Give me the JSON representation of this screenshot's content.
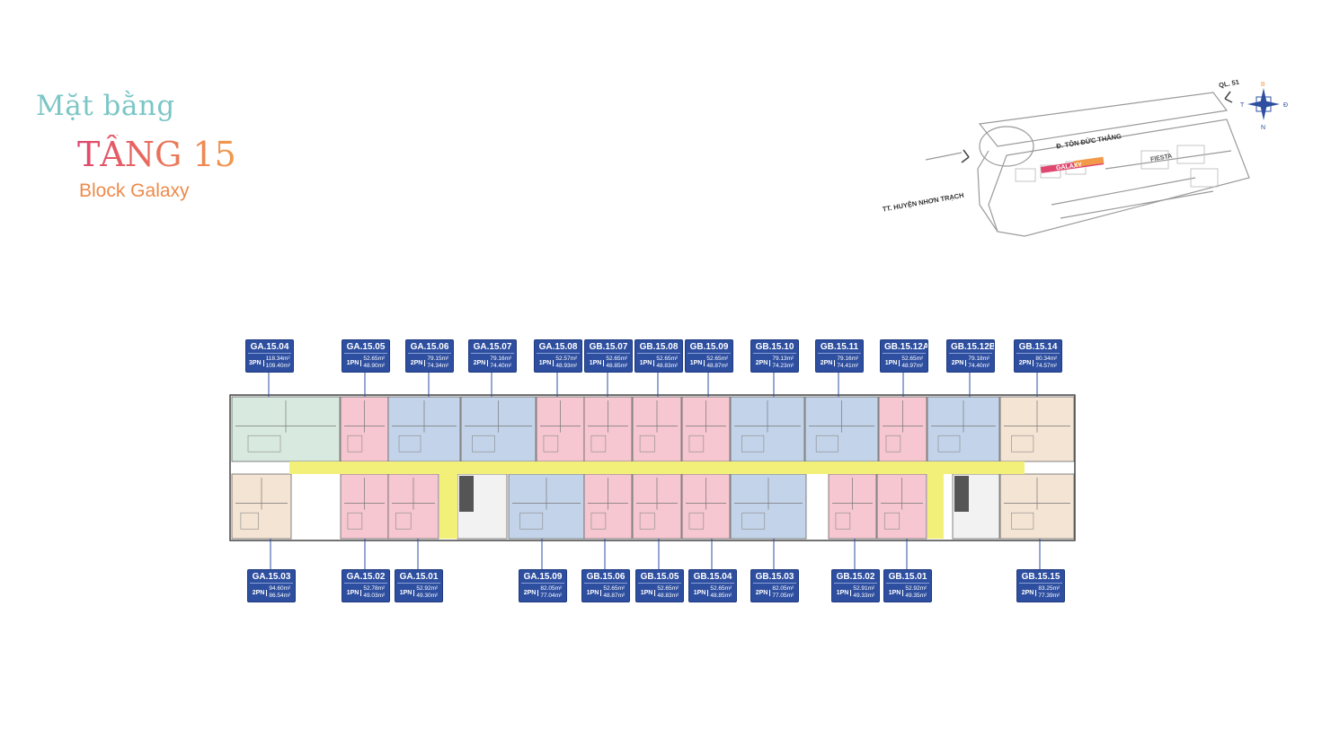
{
  "header": {
    "line1": "Mặt bằng",
    "line2": "TẦNG 15",
    "line3": "Block Galaxy"
  },
  "site_map": {
    "road_top": "Đ. TÔN ĐỨC THẮNG",
    "road_left": "TT. HUYỆN NHƠN TRẠCH",
    "road_right": "QL. 51",
    "block_galaxy": "GALAXY",
    "block_fiesta": "FIESTA",
    "compass": {
      "n_top": "B",
      "left": "T",
      "right": "Đ",
      "bottom": "N"
    }
  },
  "colors": {
    "green": "#d8eadf",
    "pink": "#f6c7d0",
    "blue": "#c3d4ea",
    "beige": "#f4e4d3",
    "corridor": "#f3f07a",
    "label_bg": "#2e4fa0",
    "galaxy_bar_start": "#e0466f",
    "galaxy_bar_end": "#f29a4a"
  },
  "units_top": [
    {
      "code": "GA.15.04",
      "bed": "3PN",
      "a1": "118.34m²",
      "a2": "109.40m²"
    },
    {
      "code": "GA.15.05",
      "bed": "1PN",
      "a1": "52.65m²",
      "a2": "48.90m²"
    },
    {
      "code": "GA.15.06",
      "bed": "2PN",
      "a1": "79.15m²",
      "a2": "74.34m²"
    },
    {
      "code": "GA.15.07",
      "bed": "2PN",
      "a1": "79.16m²",
      "a2": "74.40m²"
    },
    {
      "code": "GA.15.08",
      "bed": "1PN",
      "a1": "52.57m²",
      "a2": "48.93m²"
    },
    {
      "code": "GB.15.07",
      "bed": "1PN",
      "a1": "52.65m²",
      "a2": "48.85m²"
    },
    {
      "code": "GB.15.08",
      "bed": "1PN",
      "a1": "52.65m²",
      "a2": "48.83m²"
    },
    {
      "code": "GB.15.09",
      "bed": "1PN",
      "a1": "52.65m²",
      "a2": "48.87m²"
    },
    {
      "code": "GB.15.10",
      "bed": "2PN",
      "a1": "79.13m²",
      "a2": "74.23m²"
    },
    {
      "code": "GB.15.11",
      "bed": "2PN",
      "a1": "79.16m²",
      "a2": "74.41m²"
    },
    {
      "code": "GB.15.12A",
      "bed": "1PN",
      "a1": "52.65m²",
      "a2": "48.97m²"
    },
    {
      "code": "GB.15.12B",
      "bed": "2PN",
      "a1": "79.18m²",
      "a2": "74.40m²"
    },
    {
      "code": "GB.15.14",
      "bed": "2PN",
      "a1": "80.34m²",
      "a2": "74.57m²"
    }
  ],
  "units_bottom": [
    {
      "code": "GA.15.03",
      "bed": "2PN",
      "a1": "94.60m²",
      "a2": "86.54m²"
    },
    {
      "code": "GA.15.02",
      "bed": "1PN",
      "a1": "52.78m²",
      "a2": "49.03m²"
    },
    {
      "code": "GA.15.01",
      "bed": "1PN",
      "a1": "52.92m²",
      "a2": "49.30m²"
    },
    {
      "code": "GA.15.09",
      "bed": "2PN",
      "a1": "82.05m²",
      "a2": "77.04m²"
    },
    {
      "code": "GB.15.06",
      "bed": "1PN",
      "a1": "52.65m²",
      "a2": "48.87m²"
    },
    {
      "code": "GB.15.05",
      "bed": "1PN",
      "a1": "52.65m²",
      "a2": "48.83m²"
    },
    {
      "code": "GB.15.04",
      "bed": "1PN",
      "a1": "52.65m²",
      "a2": "48.85m²"
    },
    {
      "code": "GB.15.03",
      "bed": "2PN",
      "a1": "82.05m²",
      "a2": "77.05m²"
    },
    {
      "code": "GB.15.02",
      "bed": "1PN",
      "a1": "52.91m²",
      "a2": "49.33m²"
    },
    {
      "code": "GB.15.01",
      "bed": "1PN",
      "a1": "52.92m²",
      "a2": "49.35m²"
    },
    {
      "code": "GB.15.15",
      "bed": "2PN",
      "a1": "83.25m²",
      "a2": "77.39m²"
    }
  ]
}
